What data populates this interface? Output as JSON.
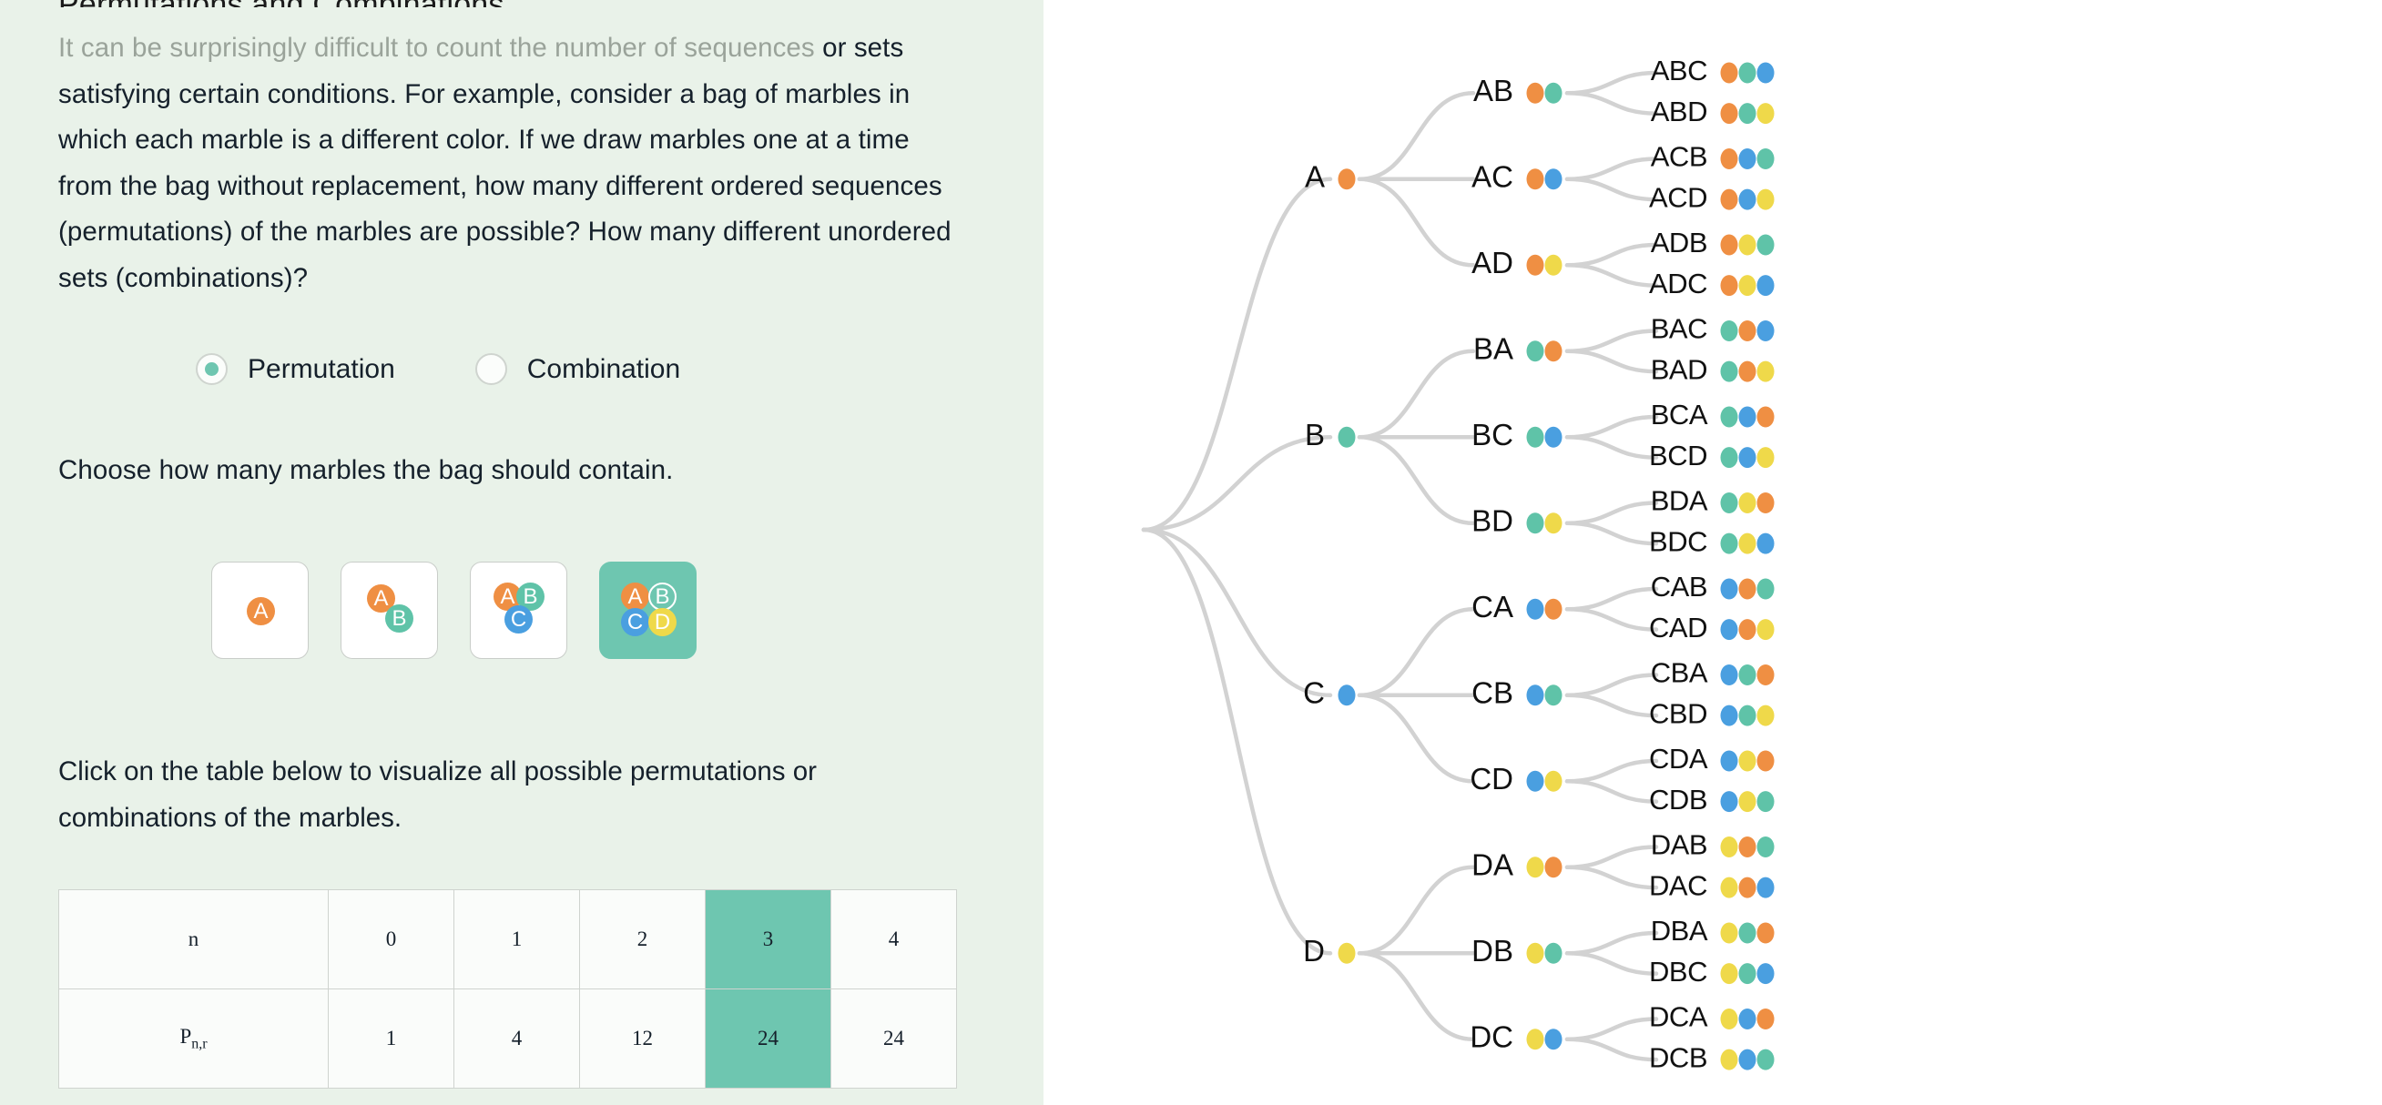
{
  "left": {
    "clipped_heading": "Permutations and Combinations",
    "intro": {
      "faded_part": "It can be surprisingly difficult to count the number of sequences",
      "rest": " or sets satisfying certain conditions. For example, consider a bag of marbles in which each marble is a different color. If we draw marbles one at a time from the bag without replacement, how many different ordered sequences (permutations) of the marbles are possible? How many different unordered sets (combinations)?"
    },
    "mode_radio": {
      "options": [
        {
          "label": "Permutation",
          "selected": true
        },
        {
          "label": "Combination",
          "selected": false
        }
      ]
    },
    "choose_text": "Choose how many marbles the bag should contain.",
    "marble_cards": [
      {
        "count": 1,
        "selected": false,
        "marbles": [
          "A"
        ]
      },
      {
        "count": 2,
        "selected": false,
        "marbles": [
          "A",
          "B"
        ]
      },
      {
        "count": 3,
        "selected": false,
        "marbles": [
          "A",
          "B",
          "C"
        ]
      },
      {
        "count": 4,
        "selected": true,
        "marbles": [
          "A",
          "B",
          "C",
          "D"
        ]
      }
    ],
    "table_instruction": "Click on the table below to visualize all possible permutations or combinations of the marbles.",
    "table": {
      "row1_label": "n",
      "row2_label_main": "P",
      "row2_label_sub": "n,r",
      "n_values": [
        "0",
        "1",
        "2",
        "3",
        "4"
      ],
      "p_values": [
        "1",
        "4",
        "12",
        "24",
        "24"
      ],
      "highlighted_index": 3
    }
  },
  "colors": {
    "accent_teal": "#6ec6b0",
    "panel_bg": "#e9f2e9",
    "marble_A": "#ef8f43",
    "marble_B": "#5fc3a8",
    "marble_C": "#4a9fe0",
    "marble_D": "#efd94a",
    "edge": "#d2d2d2"
  },
  "tree": {
    "marble_colors": {
      "A": "#ef8f43",
      "B": "#5fc3a8",
      "C": "#4a9fe0",
      "D": "#efd94a"
    },
    "level1": [
      "A",
      "B",
      "C",
      "D"
    ],
    "level2": [
      "AB",
      "AC",
      "AD",
      "BA",
      "BC",
      "BD",
      "CA",
      "CB",
      "CD",
      "DA",
      "DB",
      "DC"
    ],
    "level3": [
      "ABC",
      "ABD",
      "ACB",
      "ACD",
      "ADB",
      "ADC",
      "BAC",
      "BAD",
      "BCA",
      "BCD",
      "BDA",
      "BDC",
      "CAB",
      "CAD",
      "CBA",
      "CBD",
      "CDA",
      "CDB",
      "DAB",
      "DAC",
      "DBA",
      "DBC",
      "DCA",
      "DCB"
    ]
  }
}
